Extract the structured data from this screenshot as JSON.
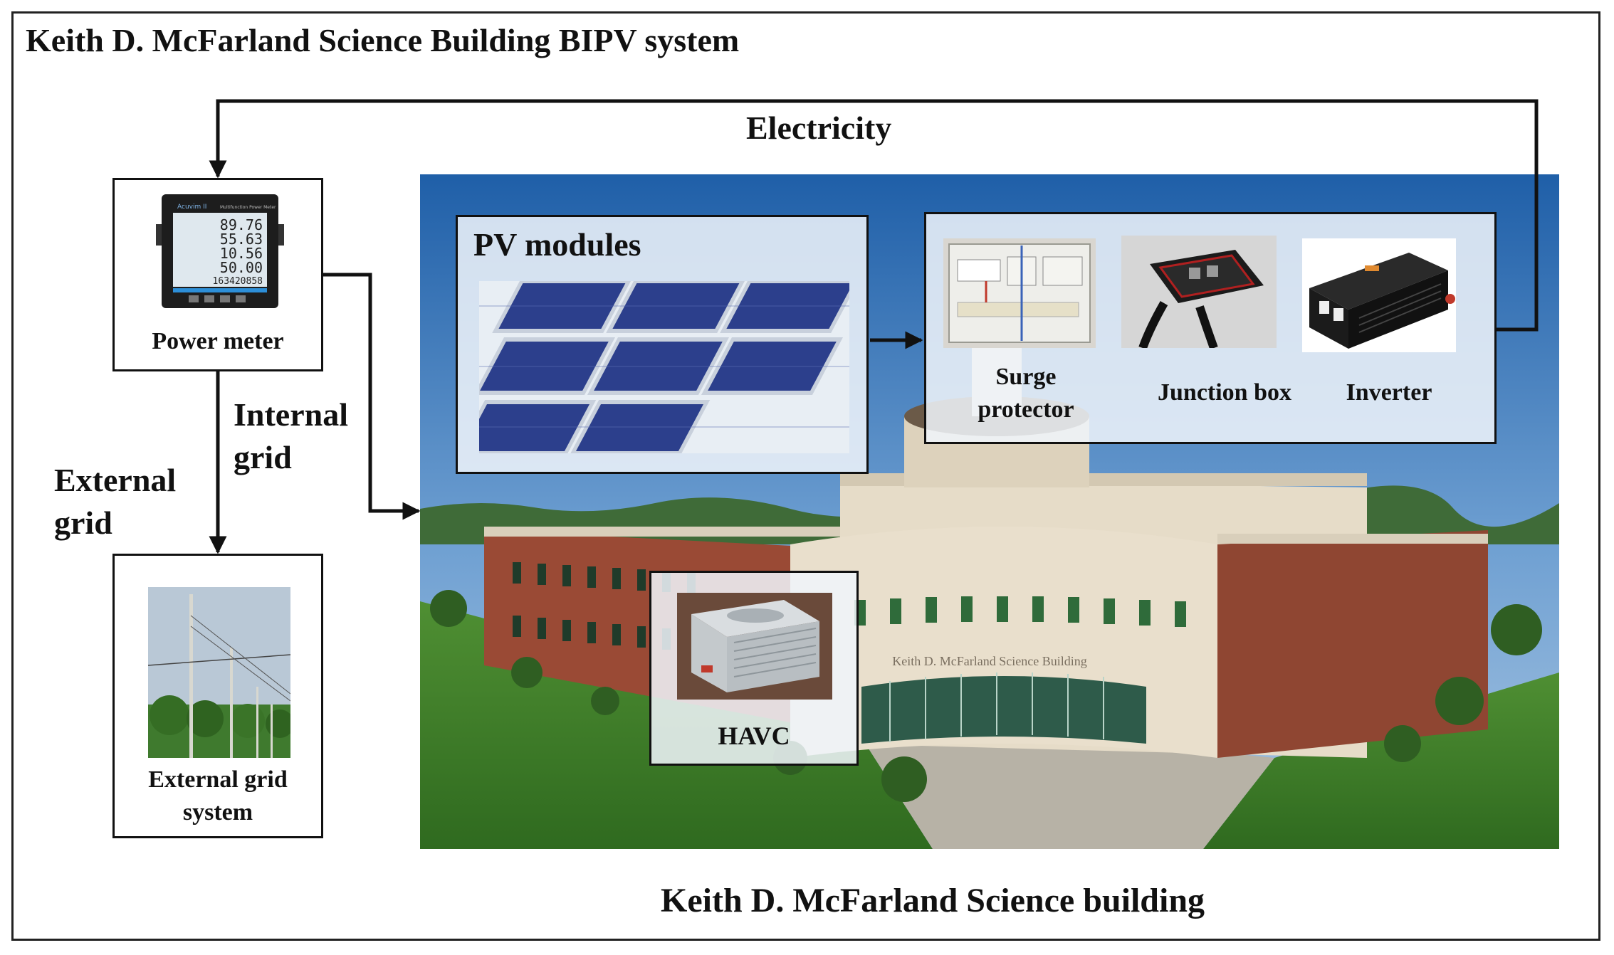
{
  "title": "Keith D. McFarland Science Building BIPV system",
  "bottom_title": "Keith D. McFarland Science building",
  "flow_labels": {
    "electricity": "Electricity",
    "internal_grid": [
      "Internal",
      "grid"
    ],
    "external_grid": [
      "External",
      "grid"
    ]
  },
  "components": {
    "power_meter": {
      "label": "Power meter",
      "display_readings": [
        "89.76",
        "55.63",
        "10.56",
        "50.00",
        "163420858"
      ],
      "brand_text": "Acuvim II",
      "model_text": "Multifunction Power Meter"
    },
    "external_grid_system": {
      "label": [
        "External grid",
        "system"
      ]
    },
    "pv_modules": {
      "label": "PV modules"
    },
    "surge_protector": {
      "label": [
        "Surge",
        "protector"
      ]
    },
    "junction_box": {
      "label": "Junction box"
    },
    "inverter": {
      "label": "Inverter"
    },
    "havc": {
      "label": "HAVC"
    }
  },
  "building_sign": "Keith D. McFarland Science Building",
  "colors": {
    "sky_top": "#1f5fa8",
    "sky_bottom": "#8fb7dc",
    "brick": "#9a4a35",
    "stone": "#e6dcc8",
    "lawn": "#3f7f2a",
    "panel_cell": "#2c3f8c",
    "line": "#111111"
  }
}
